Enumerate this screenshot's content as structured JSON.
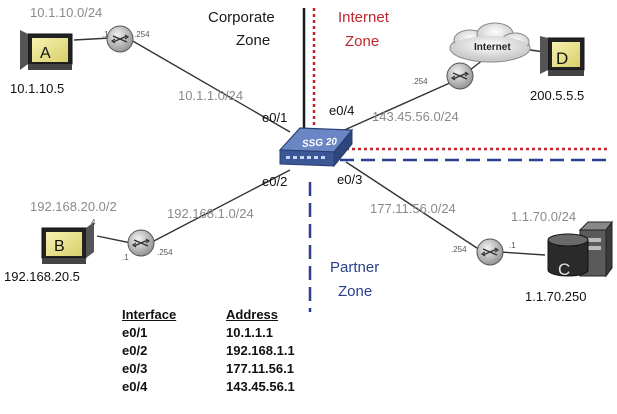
{
  "zones": {
    "corporate": "Corporate\nZone",
    "internet": "Internet\nZone",
    "partner": "Partner\nZone"
  },
  "colors": {
    "zone_black": "#1a1a1a",
    "zone_red": "#c0272d",
    "zone_blue": "#2a3f8f",
    "link": "#333333",
    "label_gray": "#8a8a8a"
  },
  "device": {
    "label": "SSG 20",
    "icon": "firewall-icon"
  },
  "hosts": {
    "a": {
      "letter": "A",
      "ip": "10.1.10.5",
      "subnet": "10.1.10.0/24",
      "icon": "monitor-icon"
    },
    "b": {
      "letter": "B",
      "ip": "192.168.20.5",
      "subnet": "192.168.20.0/2",
      "icon": "monitor-icon"
    },
    "c": {
      "letter": "C",
      "ip": "1.1.70.250",
      "subnet": "1.1.70.0/24",
      "icon": "server-icon"
    },
    "d": {
      "letter": "D",
      "ip": "200.5.5.5",
      "icon": "monitor-icon"
    }
  },
  "cloud": {
    "label": "Internet"
  },
  "routers": {
    "a": {
      "left": ".1",
      "right": ".254"
    },
    "b": {
      "left": ".1",
      "right": ".254",
      "side": "4"
    },
    "c": {
      "left": ".254",
      "right": ".1"
    },
    "d": {
      "left": ".254"
    }
  },
  "links": {
    "corporate": "10.1.1.0/24",
    "partner": "192.168.1.0/24",
    "right_lower": "177.11.56.0/24",
    "internet": "143.45.56.0/24"
  },
  "interfaces": {
    "e01": "e0/1",
    "e02": "e0/2",
    "e03": "e0/3",
    "e04": "e0/4"
  },
  "table": {
    "headers": [
      "Interface",
      "Address"
    ],
    "rows": [
      {
        "iface": "e0/1",
        "addr": "10.1.1.1"
      },
      {
        "iface": "e0/2",
        "addr": "192.168.1.1"
      },
      {
        "iface": "e0/3",
        "addr": "177.11.56.1"
      },
      {
        "iface": "e0/4",
        "addr": "143.45.56.1"
      }
    ]
  }
}
